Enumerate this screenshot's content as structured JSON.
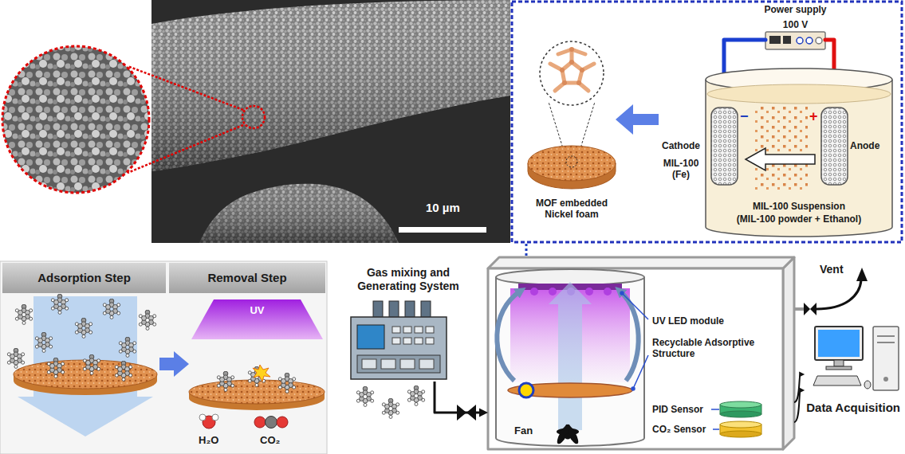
{
  "diagram": {
    "nodes": [
      {
        "text": [
          "Power supply",
          "100 V"
        ]
      },
      {
        "text": [
          "Cathode",
          "MIL-100 (Fe)",
          "Anode",
          "MIL-100 Suspension",
          "(MIL-100 powder + Ethanol)"
        ]
      },
      {
        "text": [
          "MOF embedded Nickel foam"
        ]
      },
      {
        "text": [
          "Adsorption Step"
        ]
      },
      {
        "text": [
          "Removal Step"
        ]
      },
      {
        "text": [
          "UV"
        ]
      },
      {
        "text": [
          "Gas mixing and Generating System"
        ]
      },
      {
        "text": [
          "UV LED module",
          "Recyclable Adsorptive Structure",
          "PID Sensor",
          "CO₂ Sensor",
          "Fan"
        ]
      },
      {
        "text": [
          "Data Acquisition"
        ]
      }
    ],
    "edges": [
      {
        "from": 1,
        "to": 2,
        "arrow": "to"
      },
      {
        "from": 6,
        "to": 7,
        "arrow": "to"
      },
      {
        "from": 7,
        "to": 8,
        "arrow": "to"
      },
      {
        "from": 7,
        "to": 8,
        "arrow": "to"
      }
    ],
    "labels": [
      "10 µm",
      "−",
      "+",
      "H₂O",
      "CO₂",
      "Vent"
    ]
  }
}
